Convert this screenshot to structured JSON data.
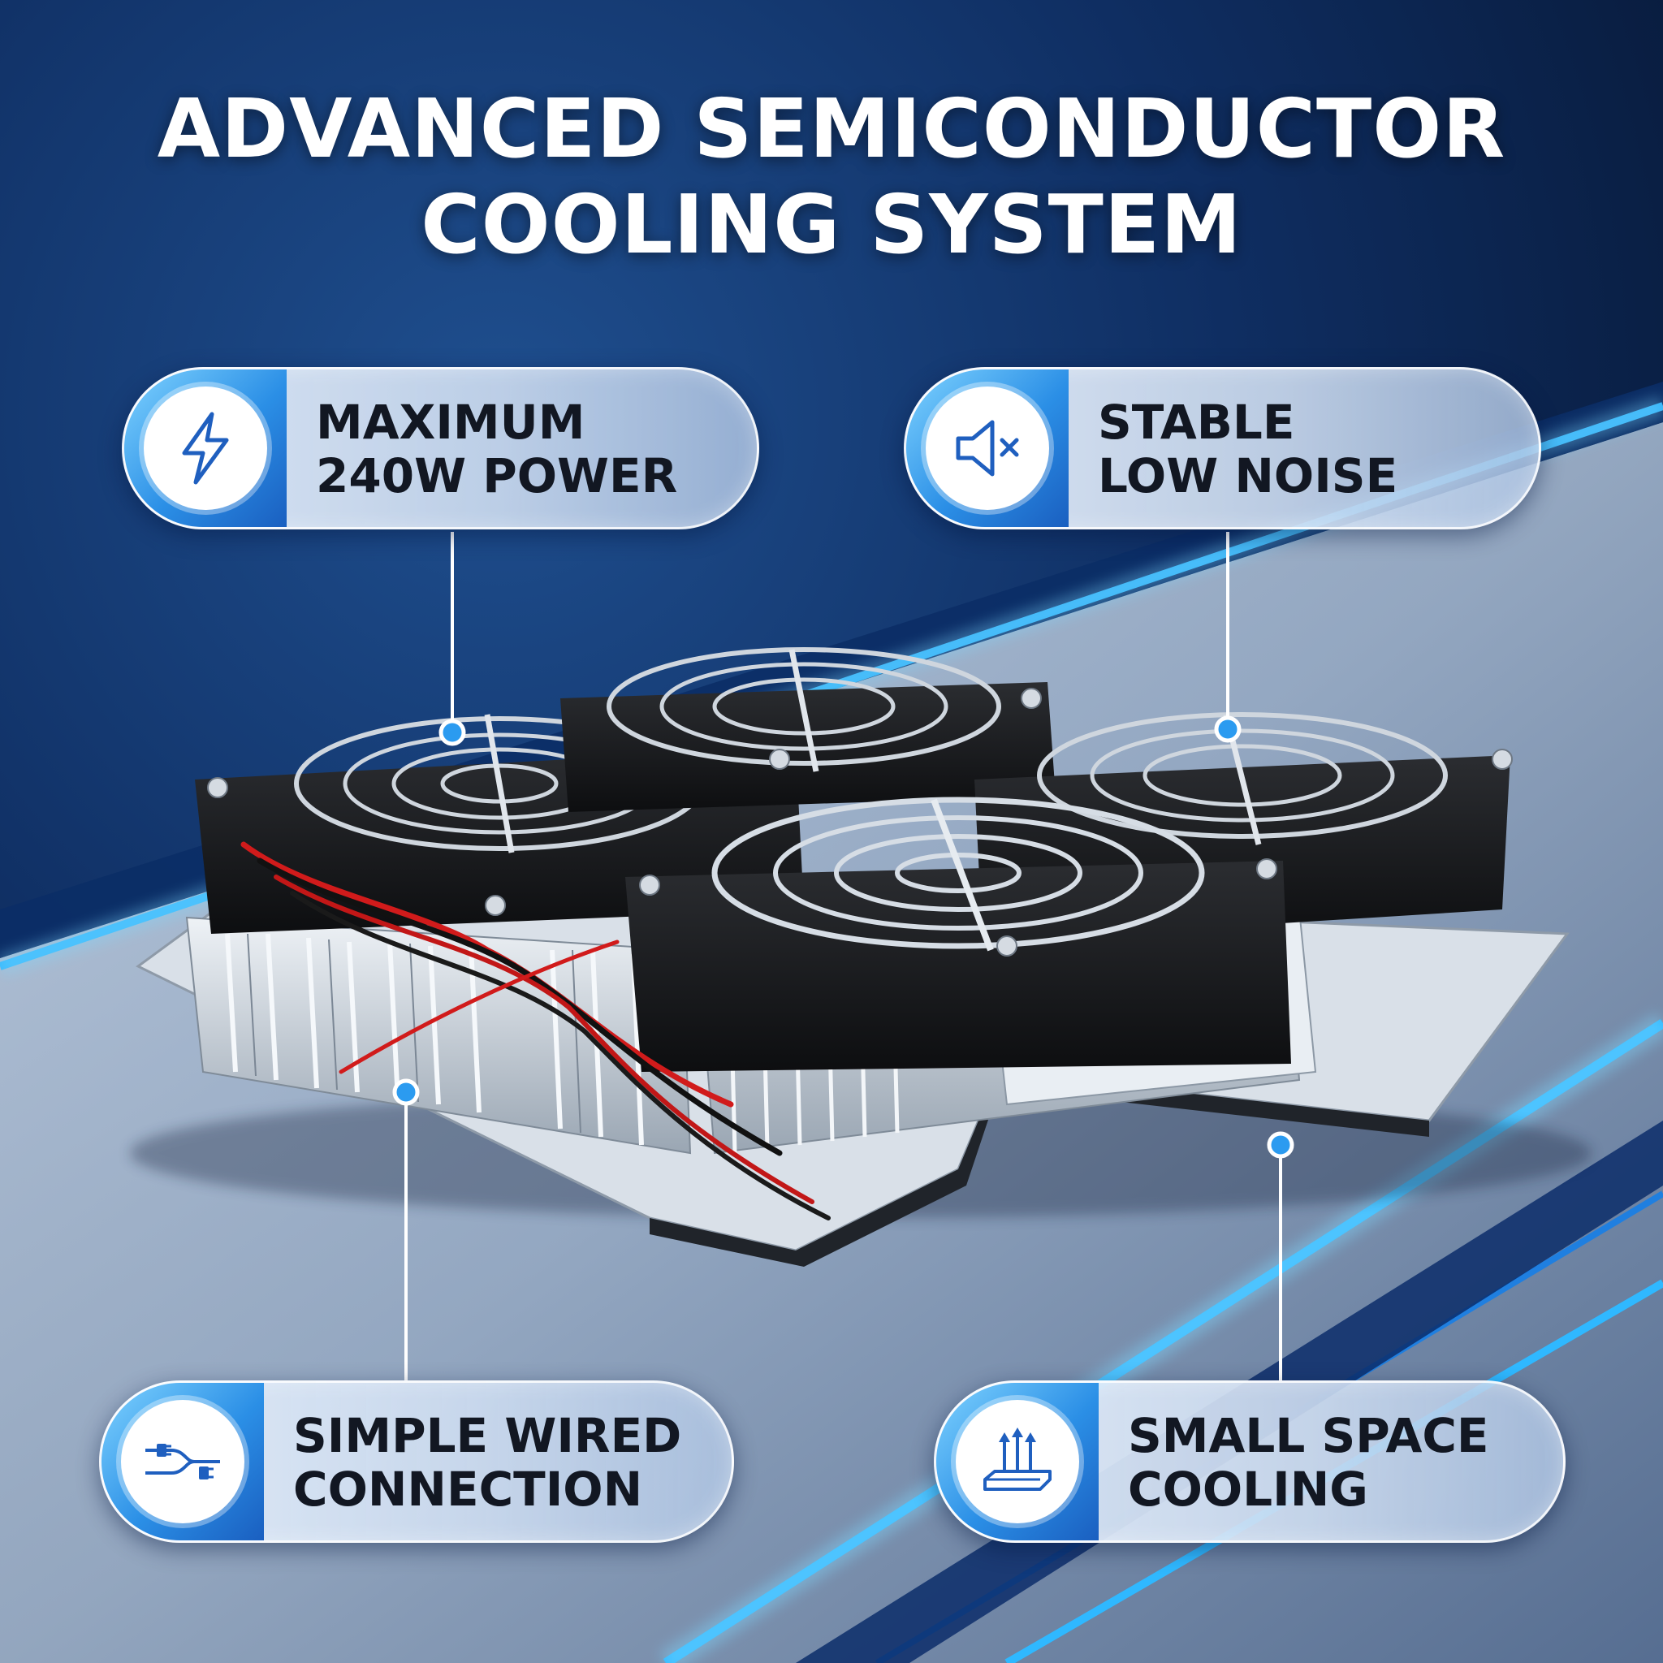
{
  "headline": {
    "line1": "ADVANCED SEMICONDUCTOR",
    "line2": "COOLING SYSTEM"
  },
  "features": [
    {
      "icon": "lightning-bolt-icon",
      "line1": "MAXIMUM",
      "line2": "240W POWER"
    },
    {
      "icon": "speaker-muted-icon",
      "line1": "STABLE",
      "line2": "LOW NOISE"
    },
    {
      "icon": "power-plug-wires-icon",
      "line1": "SIMPLE WIRED",
      "line2": "CONNECTION"
    },
    {
      "icon": "heat-rising-plate-icon",
      "line1": "SMALL SPACE",
      "line2": "COOLING"
    }
  ],
  "colors": {
    "accent": "#2b8fe6",
    "background_dark": "#0c2550",
    "neon_stripe": "#2fb8ff",
    "text_dark": "#121722"
  }
}
